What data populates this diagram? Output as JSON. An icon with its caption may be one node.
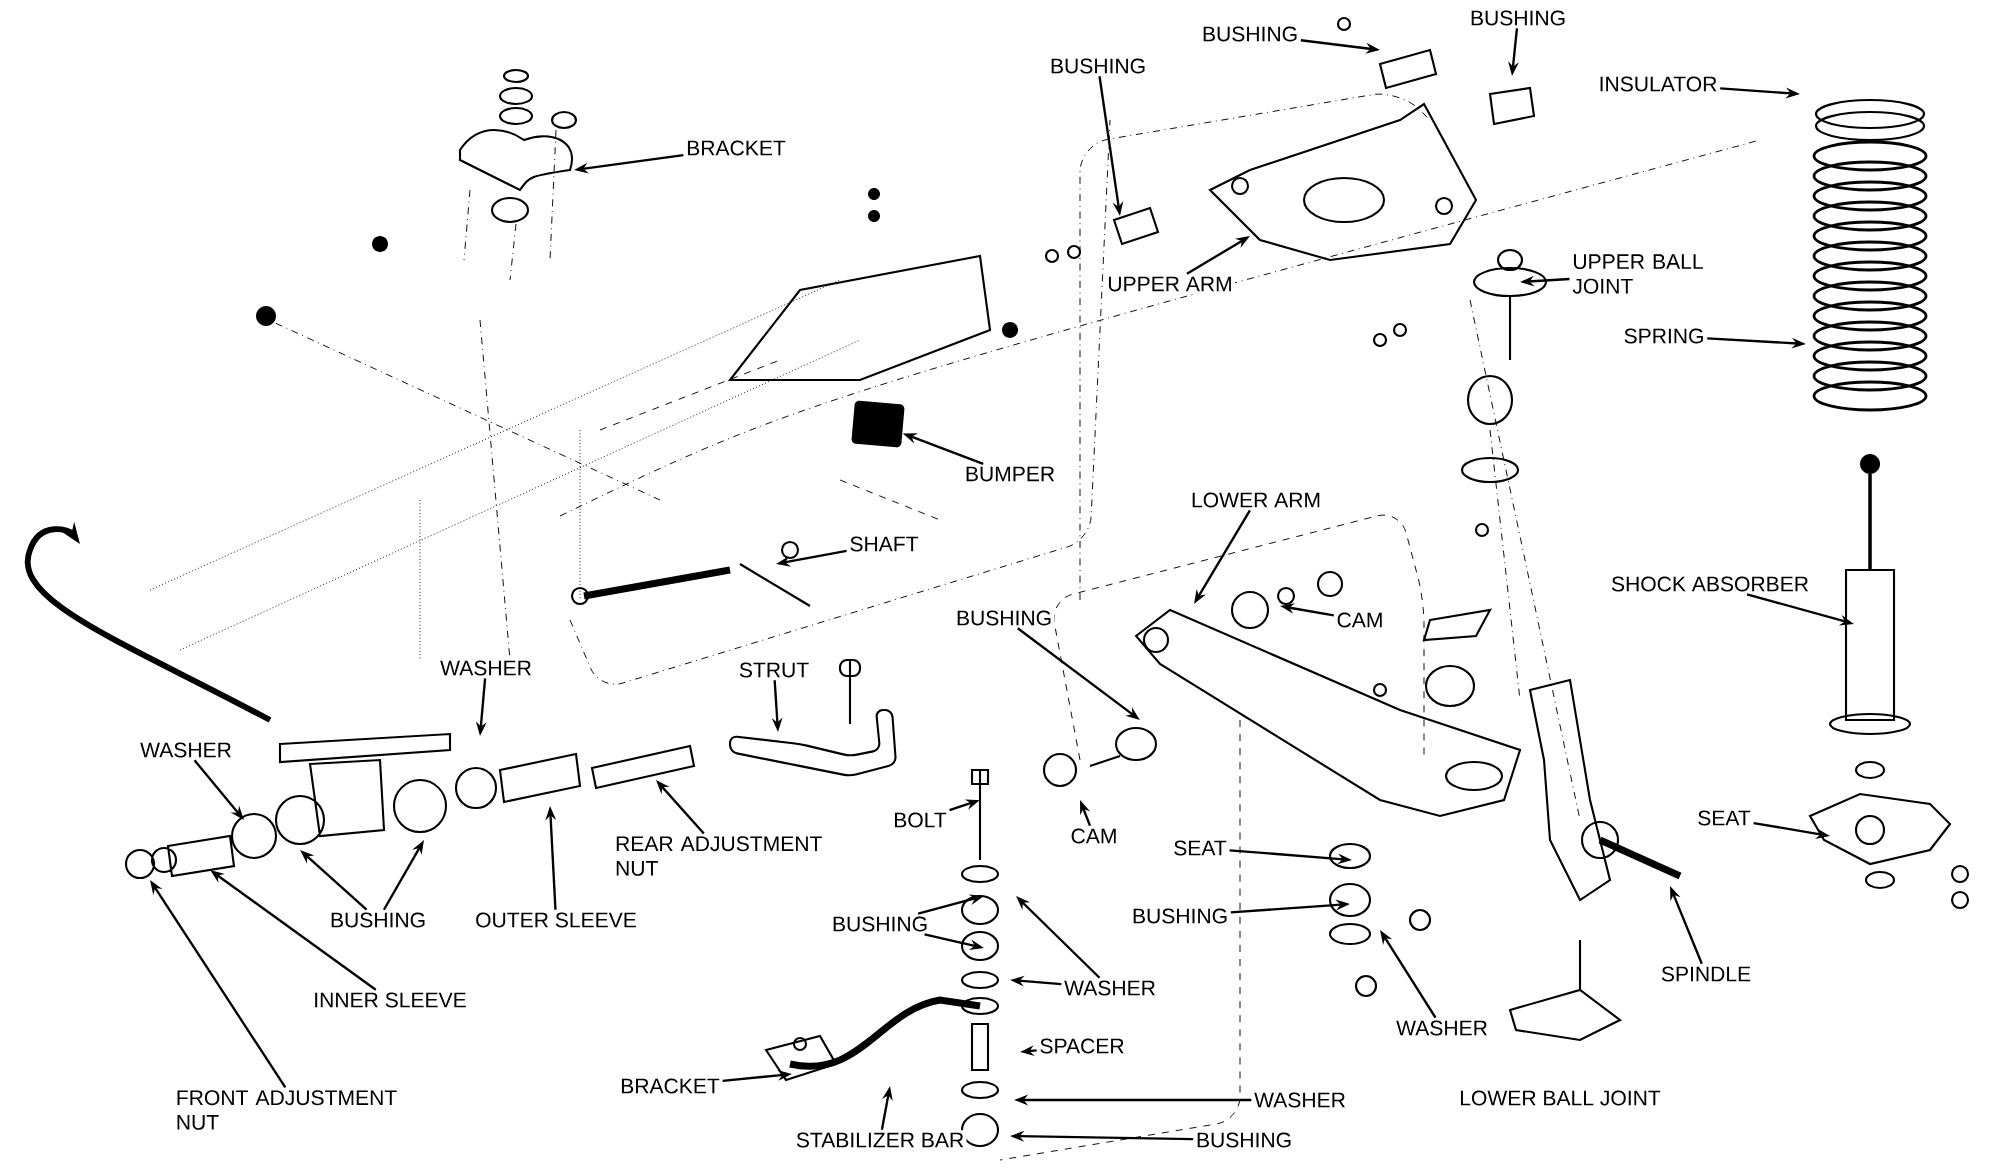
{
  "diagram": {
    "nodes": [
      {
        "text": [
          "BRACKET"
        ]
      },
      {
        "text": [
          "BUMPER"
        ]
      },
      {
        "text": [
          "SHAFT"
        ]
      },
      {
        "text": [
          "WASHER"
        ]
      },
      {
        "text": [
          "WASHER"
        ]
      },
      {
        "text": [
          "STRUT"
        ]
      },
      {
        "text": [
          "REAR ADJUSTMENT NUT"
        ]
      },
      {
        "text": [
          "BUSHING"
        ]
      },
      {
        "text": [
          "OUTER SLEEVE"
        ]
      },
      {
        "text": [
          "INNER SLEEVE"
        ]
      },
      {
        "text": [
          "FRONT ADJUSTMENT NUT"
        ]
      },
      {
        "text": [
          "BUSHING"
        ]
      },
      {
        "text": [
          "LOWER ARM"
        ]
      },
      {
        "text": [
          "CAM"
        ]
      },
      {
        "text": [
          "CAM"
        ]
      },
      {
        "text": [
          "BOLT"
        ]
      },
      {
        "text": [
          "SEAT"
        ]
      },
      {
        "text": [
          "BUSHING"
        ]
      },
      {
        "text": [
          "BUSHING"
        ]
      },
      {
        "text": [
          "WASHER"
        ]
      },
      {
        "text": [
          "WASHER"
        ]
      },
      {
        "text": [
          "SPINDLE"
        ]
      },
      {
        "text": [
          "SEAT"
        ]
      },
      {
        "text": [
          "SHOCK ABSORBER"
        ]
      },
      {
        "text": [
          "LOWER BALL JOINT"
        ]
      },
      {
        "text": [
          "SPACER"
        ]
      },
      {
        "text": [
          "WASHER"
        ]
      },
      {
        "text": [
          "BUSHING"
        ]
      },
      {
        "text": [
          "STABILIZER BAR"
        ]
      },
      {
        "text": [
          "BRACKET"
        ]
      },
      {
        "text": [
          "BUSHING"
        ]
      },
      {
        "text": [
          "UPPER ARM"
        ]
      },
      {
        "text": [
          "BUSHING"
        ]
      },
      {
        "text": [
          "BUSHING"
        ]
      },
      {
        "text": [
          "INSULATOR"
        ]
      },
      {
        "text": [
          "UPPER BALL JOINT"
        ]
      },
      {
        "text": [
          "SPRING"
        ]
      },
      {
        "text": [],
        "shape": "box"
      }
    ],
    "edges": [
      {
        "from": 0,
        "to": null,
        "arrow": "to"
      },
      {
        "from": 1,
        "to": 37,
        "arrow": "to"
      },
      {
        "from": 2,
        "to": null,
        "arrow": "to"
      },
      {
        "from": 3,
        "to": null,
        "arrow": "to"
      },
      {
        "from": 4,
        "to": null,
        "arrow": "to"
      },
      {
        "from": 5,
        "to": null,
        "arrow": "to"
      },
      {
        "from": 6,
        "to": null,
        "arrow": "to"
      },
      {
        "from": 7,
        "to": null,
        "arrow": "to"
      },
      {
        "from": 7,
        "to": null,
        "arrow": "to"
      },
      {
        "from": 8,
        "to": null,
        "arrow": "to"
      },
      {
        "from": 9,
        "to": null,
        "arrow": "to"
      },
      {
        "from": 10,
        "to": null,
        "arrow": "to"
      },
      {
        "from": 11,
        "to": null,
        "arrow": "to"
      },
      {
        "from": 12,
        "to": null,
        "arrow": "to"
      },
      {
        "from": 13,
        "to": null,
        "arrow": "to"
      },
      {
        "from": 14,
        "to": null,
        "arrow": "to"
      },
      {
        "from": 15,
        "to": null,
        "arrow": "to"
      },
      {
        "from": 16,
        "to": null,
        "arrow": "to"
      },
      {
        "from": 17,
        "to": null,
        "arrow": "to"
      },
      {
        "from": 17,
        "to": null,
        "arrow": "to"
      },
      {
        "from": 18,
        "to": null,
        "arrow": "to"
      },
      {
        "from": 19,
        "to": null,
        "arrow": "to"
      },
      {
        "from": 19,
        "to": null,
        "arrow": "to"
      },
      {
        "from": 20,
        "to": null,
        "arrow": "to"
      },
      {
        "from": 21,
        "to": null,
        "arrow": "to"
      },
      {
        "from": 22,
        "to": null,
        "arrow": "to"
      },
      {
        "from": 23,
        "to": null,
        "arrow": "to"
      },
      {
        "from": 25,
        "to": null,
        "arrow": "to"
      },
      {
        "from": 26,
        "to": null,
        "arrow": "to"
      },
      {
        "from": 27,
        "to": null,
        "arrow": "to"
      },
      {
        "from": 28,
        "to": null,
        "arrow": "to"
      },
      {
        "from": 29,
        "to": null,
        "arrow": "to"
      },
      {
        "from": 30,
        "to": null,
        "arrow": "to"
      },
      {
        "from": 31,
        "to": null,
        "arrow": "to"
      },
      {
        "from": 32,
        "to": null,
        "arrow": "to"
      },
      {
        "from": 33,
        "to": null,
        "arrow": "to"
      },
      {
        "from": 34,
        "to": null,
        "arrow": "to"
      },
      {
        "from": 35,
        "to": null,
        "arrow": "to"
      },
      {
        "from": 36,
        "to": null,
        "arrow": "to"
      }
    ]
  }
}
